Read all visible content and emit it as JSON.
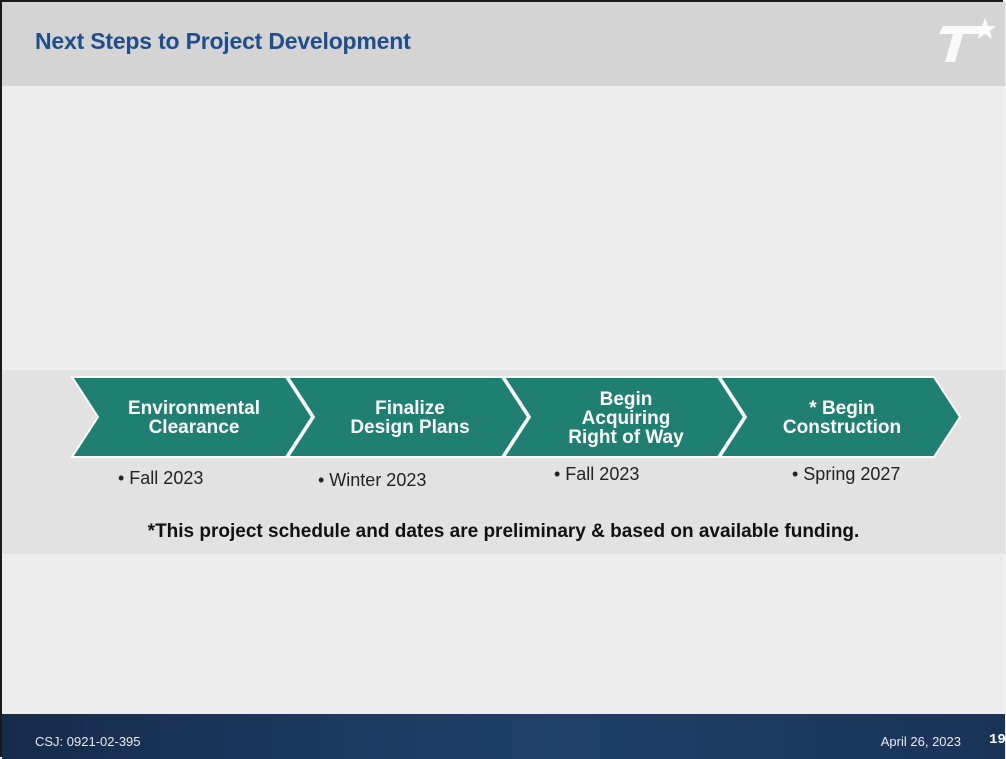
{
  "header": {
    "title": "Next Steps to Project Development"
  },
  "logo": {
    "icon": "star-logo-icon"
  },
  "process": {
    "fill_color": "#1f7f73",
    "steps": [
      {
        "lines": [
          "Environmental",
          "Clearance"
        ],
        "date": "• Fall 2023"
      },
      {
        "lines": [
          "Finalize",
          "Design Plans"
        ],
        "date": "• Winter 2023"
      },
      {
        "lines": [
          "Begin",
          "Acquiring",
          "Right of Way"
        ],
        "date": "• Fall 2023"
      },
      {
        "lines": [
          "* Begin",
          "Construction"
        ],
        "date": "• Spring 2027"
      }
    ]
  },
  "note": "*This project schedule and dates are preliminary & based on available funding.",
  "footer": {
    "csj": "CSJ: 0921-02-395",
    "date": "April 26, 2023",
    "page": "19"
  }
}
